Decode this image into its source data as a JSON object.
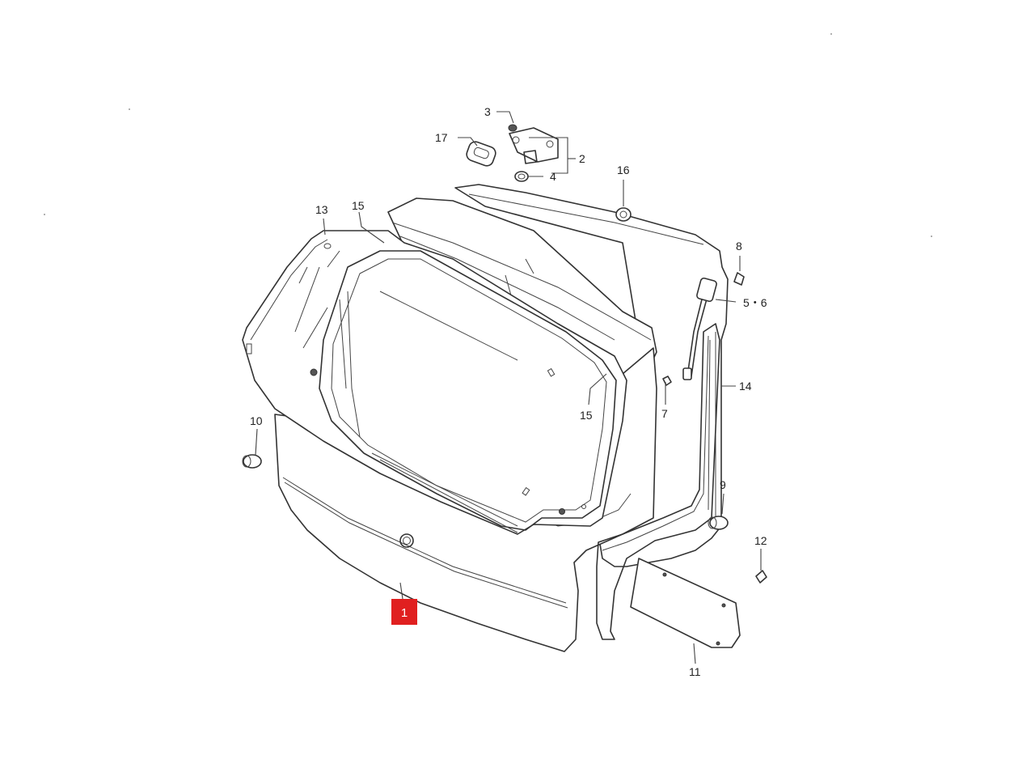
{
  "diagram": {
    "callouts": {
      "p1": "1",
      "p2": "2",
      "p3": "3",
      "p4": "4",
      "p5_6": "5・6",
      "p7": "7",
      "p8": "8",
      "p9": "9",
      "p10": "10",
      "p11": "11",
      "p12": "12",
      "p13": "13",
      "p14": "14",
      "p15_upper": "15",
      "p15_lower": "15",
      "p16": "16",
      "p17": "17"
    },
    "highlight_color": "#e02020",
    "highlighted_part": "1"
  }
}
